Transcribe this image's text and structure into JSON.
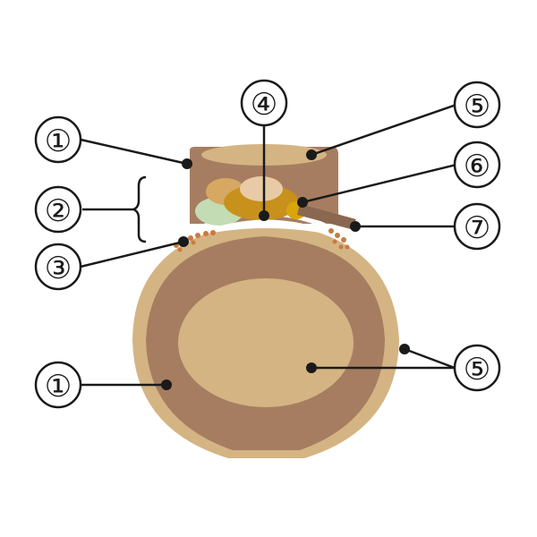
{
  "colors": {
    "outer_ring": "#d4b483",
    "brown_layer": "#a77d61",
    "cream": "#d4b483",
    "white_cream": "#ffffff",
    "fruit_green": "#c3dcb4",
    "fruit_tan": "#d6a861",
    "fruit_gold": "#c8911c",
    "fruit_pale": "#e8cba6",
    "fruit_yellow": "#d9a609",
    "sprinkle": "#c97a40",
    "line": "#1a1a1a"
  },
  "callouts": {
    "c1_top": "①",
    "c2": "②",
    "c3": "③",
    "c4": "④",
    "c5_top": "⑤",
    "c6": "⑥",
    "c7": "⑦",
    "c1_bottom": "①",
    "c5_bottom": "⑤"
  }
}
